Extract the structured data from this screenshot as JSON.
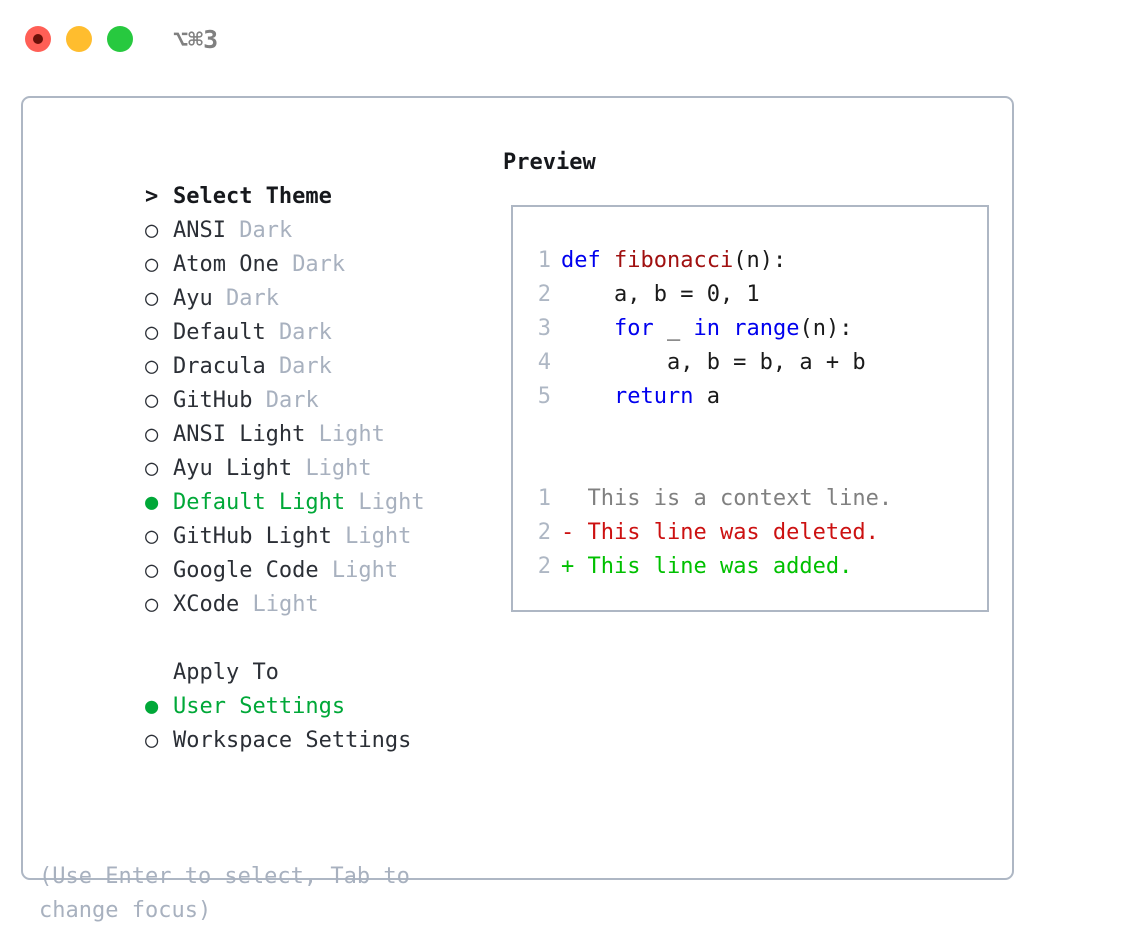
{
  "titlebar": {
    "buttons": [
      {
        "name": "close",
        "color": "#ff5f56"
      },
      {
        "name": "minimize",
        "color": "#ffbd2e"
      },
      {
        "name": "maximize",
        "color": "#27c93f"
      }
    ],
    "shortcut": "⌥⌘3"
  },
  "theme_list": {
    "header_marker": ">",
    "header_label": "Select Theme",
    "items": [
      {
        "marker": "○",
        "name": "ANSI",
        "category": "Dark",
        "selected": false
      },
      {
        "marker": "○",
        "name": "Atom One",
        "category": "Dark",
        "selected": false
      },
      {
        "marker": "○",
        "name": "Ayu",
        "category": "Dark",
        "selected": false
      },
      {
        "marker": "○",
        "name": "Default",
        "category": "Dark",
        "selected": false
      },
      {
        "marker": "○",
        "name": "Dracula",
        "category": "Dark",
        "selected": false
      },
      {
        "marker": "○",
        "name": "GitHub",
        "category": "Dark",
        "selected": false
      },
      {
        "marker": "○",
        "name": "ANSI Light",
        "category": "Light",
        "selected": false
      },
      {
        "marker": "○",
        "name": "Ayu Light",
        "category": "Light",
        "selected": false
      },
      {
        "marker": "●",
        "name": "Default Light",
        "category": "Light",
        "selected": true
      },
      {
        "marker": "○",
        "name": "GitHub Light",
        "category": "Light",
        "selected": false
      },
      {
        "marker": "○",
        "name": "Google Code",
        "category": "Light",
        "selected": false
      },
      {
        "marker": "○",
        "name": "XCode",
        "category": "Light",
        "selected": false
      }
    ]
  },
  "apply_to": {
    "label": "Apply To",
    "options": [
      {
        "marker": "●",
        "name": "User Settings",
        "selected": true
      },
      {
        "marker": "○",
        "name": "Workspace Settings",
        "selected": false
      }
    ]
  },
  "hint": "(Use Enter to select, Tab to change focus)",
  "preview": {
    "title": "Preview",
    "code_lines": [
      {
        "n": "1",
        "segments": [
          {
            "t": "def",
            "c": "kw"
          },
          {
            "t": " ",
            "c": ""
          },
          {
            "t": "fibonacci",
            "c": "fn"
          },
          {
            "t": "(n):",
            "c": ""
          }
        ]
      },
      {
        "n": "2",
        "segments": [
          {
            "t": "    a, b = 0, 1",
            "c": ""
          }
        ]
      },
      {
        "n": "3",
        "segments": [
          {
            "t": "    ",
            "c": ""
          },
          {
            "t": "for",
            "c": "kw"
          },
          {
            "t": " _ ",
            "c": ""
          },
          {
            "t": "in",
            "c": "kw"
          },
          {
            "t": " ",
            "c": ""
          },
          {
            "t": "range",
            "c": "kw"
          },
          {
            "t": "(n):",
            "c": ""
          }
        ]
      },
      {
        "n": "4",
        "segments": [
          {
            "t": "        a, b = b, a + b",
            "c": ""
          }
        ]
      },
      {
        "n": "5",
        "segments": [
          {
            "t": "    ",
            "c": ""
          },
          {
            "t": "return",
            "c": "kw"
          },
          {
            "t": " a",
            "c": ""
          }
        ]
      }
    ],
    "diff_lines": [
      {
        "n": "1",
        "sign": " ",
        "text": " This is a context line.",
        "kind": "diff-ctx"
      },
      {
        "n": "2",
        "sign": "-",
        "text": " This line was deleted.",
        "kind": "diff-del"
      },
      {
        "n": "2",
        "sign": "+",
        "text": " This line was added.",
        "kind": "diff-add"
      }
    ]
  },
  "colors": {
    "accent_green": "#00a838",
    "muted": "#a8b1bf",
    "border": "#aeb7c4",
    "keyword_blue": "#0000ee",
    "function_red": "#a01010",
    "diff_delete": "#cc1111",
    "diff_add": "#00c000"
  }
}
